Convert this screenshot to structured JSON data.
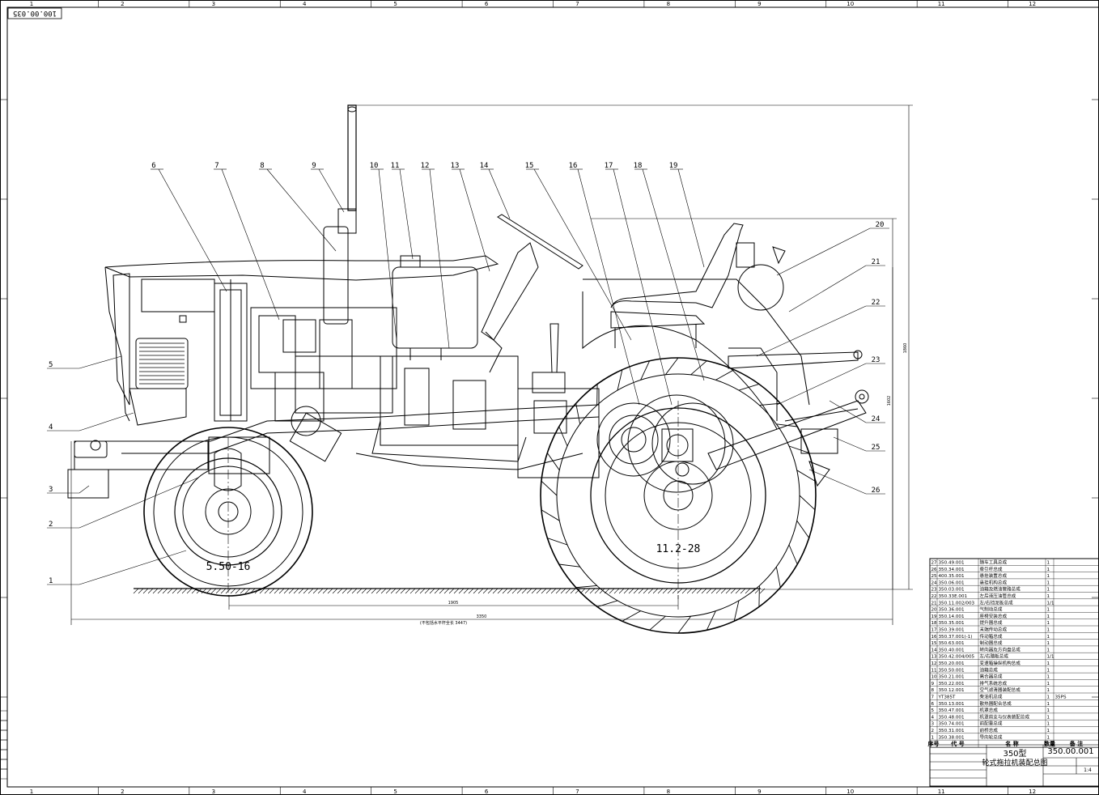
{
  "drawing": {
    "number": "350.00.001",
    "stamp": "100.00.035",
    "model": "350型",
    "title": "轮式拖拉机装配总图",
    "scale": "1:4"
  },
  "zones_top": [
    "1",
    "2",
    "3",
    "4",
    "5",
    "6",
    "7",
    "8",
    "9",
    "10",
    "11",
    "12"
  ],
  "callouts": [
    "1",
    "2",
    "3",
    "4",
    "5",
    "6",
    "7",
    "8",
    "9",
    "10",
    "11",
    "12",
    "13",
    "14",
    "15",
    "16",
    "17",
    "18",
    "19",
    "20",
    "21",
    "22",
    "23",
    "24",
    "25",
    "26"
  ],
  "tyres": {
    "front": "5.50-16",
    "rear": "11.2-28"
  },
  "dimensions": {
    "wheelbase": "1905",
    "length": "3350",
    "length_note": "(不包括水平杆全长 3447)",
    "height": "1860",
    "height2": "1602"
  },
  "bom": {
    "header": {
      "no": "序号",
      "code": "代 号",
      "name": "名 称",
      "qty": "数量",
      "remark": "备 注"
    },
    "rows": [
      {
        "no": "27",
        "code": "350.49.001",
        "name": "随车工具总成",
        "qty": "1",
        "remark": ""
      },
      {
        "no": "26",
        "code": "350.34.001",
        "name": "牵引杆总成",
        "qty": "1",
        "remark": ""
      },
      {
        "no": "25",
        "code": "400.35.001",
        "name": "悬挂装置总成",
        "qty": "1",
        "remark": ""
      },
      {
        "no": "24",
        "code": "350.06.001",
        "name": "悬挂机构总成",
        "qty": "1",
        "remark": ""
      },
      {
        "no": "23",
        "code": "350.03.001",
        "name": "油箱及燃油管路总成",
        "qty": "1",
        "remark": ""
      },
      {
        "no": "22",
        "code": "350.33E.001",
        "name": "左后液压油管总成",
        "qty": "1",
        "remark": ""
      },
      {
        "no": "21",
        "code": "350.11.002/003",
        "name": "左/右挡泥板总成",
        "qty": "1/1",
        "remark": ""
      },
      {
        "no": "20",
        "code": "350.36.001",
        "name": "气制动总成",
        "qty": "1",
        "remark": ""
      },
      {
        "no": "19",
        "code": "350.14.001",
        "name": "座椅安装总成",
        "qty": "1",
        "remark": ""
      },
      {
        "no": "18",
        "code": "350.35.001",
        "name": "提升器总成",
        "qty": "1",
        "remark": ""
      },
      {
        "no": "17",
        "code": "350.39.001",
        "name": "末端传动总成",
        "qty": "1",
        "remark": ""
      },
      {
        "no": "16",
        "code": "350.37.001(-1)",
        "name": "传动箱总成",
        "qty": "1",
        "remark": ""
      },
      {
        "no": "15",
        "code": "350.63.001",
        "name": "制动器总成",
        "qty": "1",
        "remark": ""
      },
      {
        "no": "14",
        "code": "350.40.001",
        "name": "转向器及方向盘总成",
        "qty": "1",
        "remark": ""
      },
      {
        "no": "13",
        "code": "350.42.004/005",
        "name": "左/右踏板总成",
        "qty": "1/1",
        "remark": ""
      },
      {
        "no": "12",
        "code": "350.20.001",
        "name": "变速箱操纵机构总成",
        "qty": "1",
        "remark": ""
      },
      {
        "no": "11",
        "code": "350.50.001",
        "name": "油箱总成",
        "qty": "1",
        "remark": ""
      },
      {
        "no": "10",
        "code": "350.21.001",
        "name": "离合器总成",
        "qty": "1",
        "remark": ""
      },
      {
        "no": "9",
        "code": "350.22.001",
        "name": "排气系统总成",
        "qty": "1",
        "remark": ""
      },
      {
        "no": "8",
        "code": "350.12.001",
        "name": "空气滤清器装配总成",
        "qty": "1",
        "remark": ""
      },
      {
        "no": "7",
        "code": "YT385T",
        "name": "柴油机总成",
        "qty": "1",
        "remark": "35PS"
      },
      {
        "no": "6",
        "code": "350.13.001",
        "name": "散热器配合总成",
        "qty": "1",
        "remark": ""
      },
      {
        "no": "5",
        "code": "350.47.001",
        "name": "机罩总成",
        "qty": "1",
        "remark": ""
      },
      {
        "no": "4",
        "code": "350.48.001",
        "name": "机罩前支与仪表装配总成",
        "qty": "1",
        "remark": ""
      },
      {
        "no": "3",
        "code": "350.74.001",
        "name": "前配重总成",
        "qty": "1",
        "remark": ""
      },
      {
        "no": "2",
        "code": "350.31.001",
        "name": "前桥总成",
        "qty": "1",
        "remark": ""
      },
      {
        "no": "1",
        "code": "350.38.001",
        "name": "导向轮总成",
        "qty": "1",
        "remark": ""
      }
    ]
  }
}
